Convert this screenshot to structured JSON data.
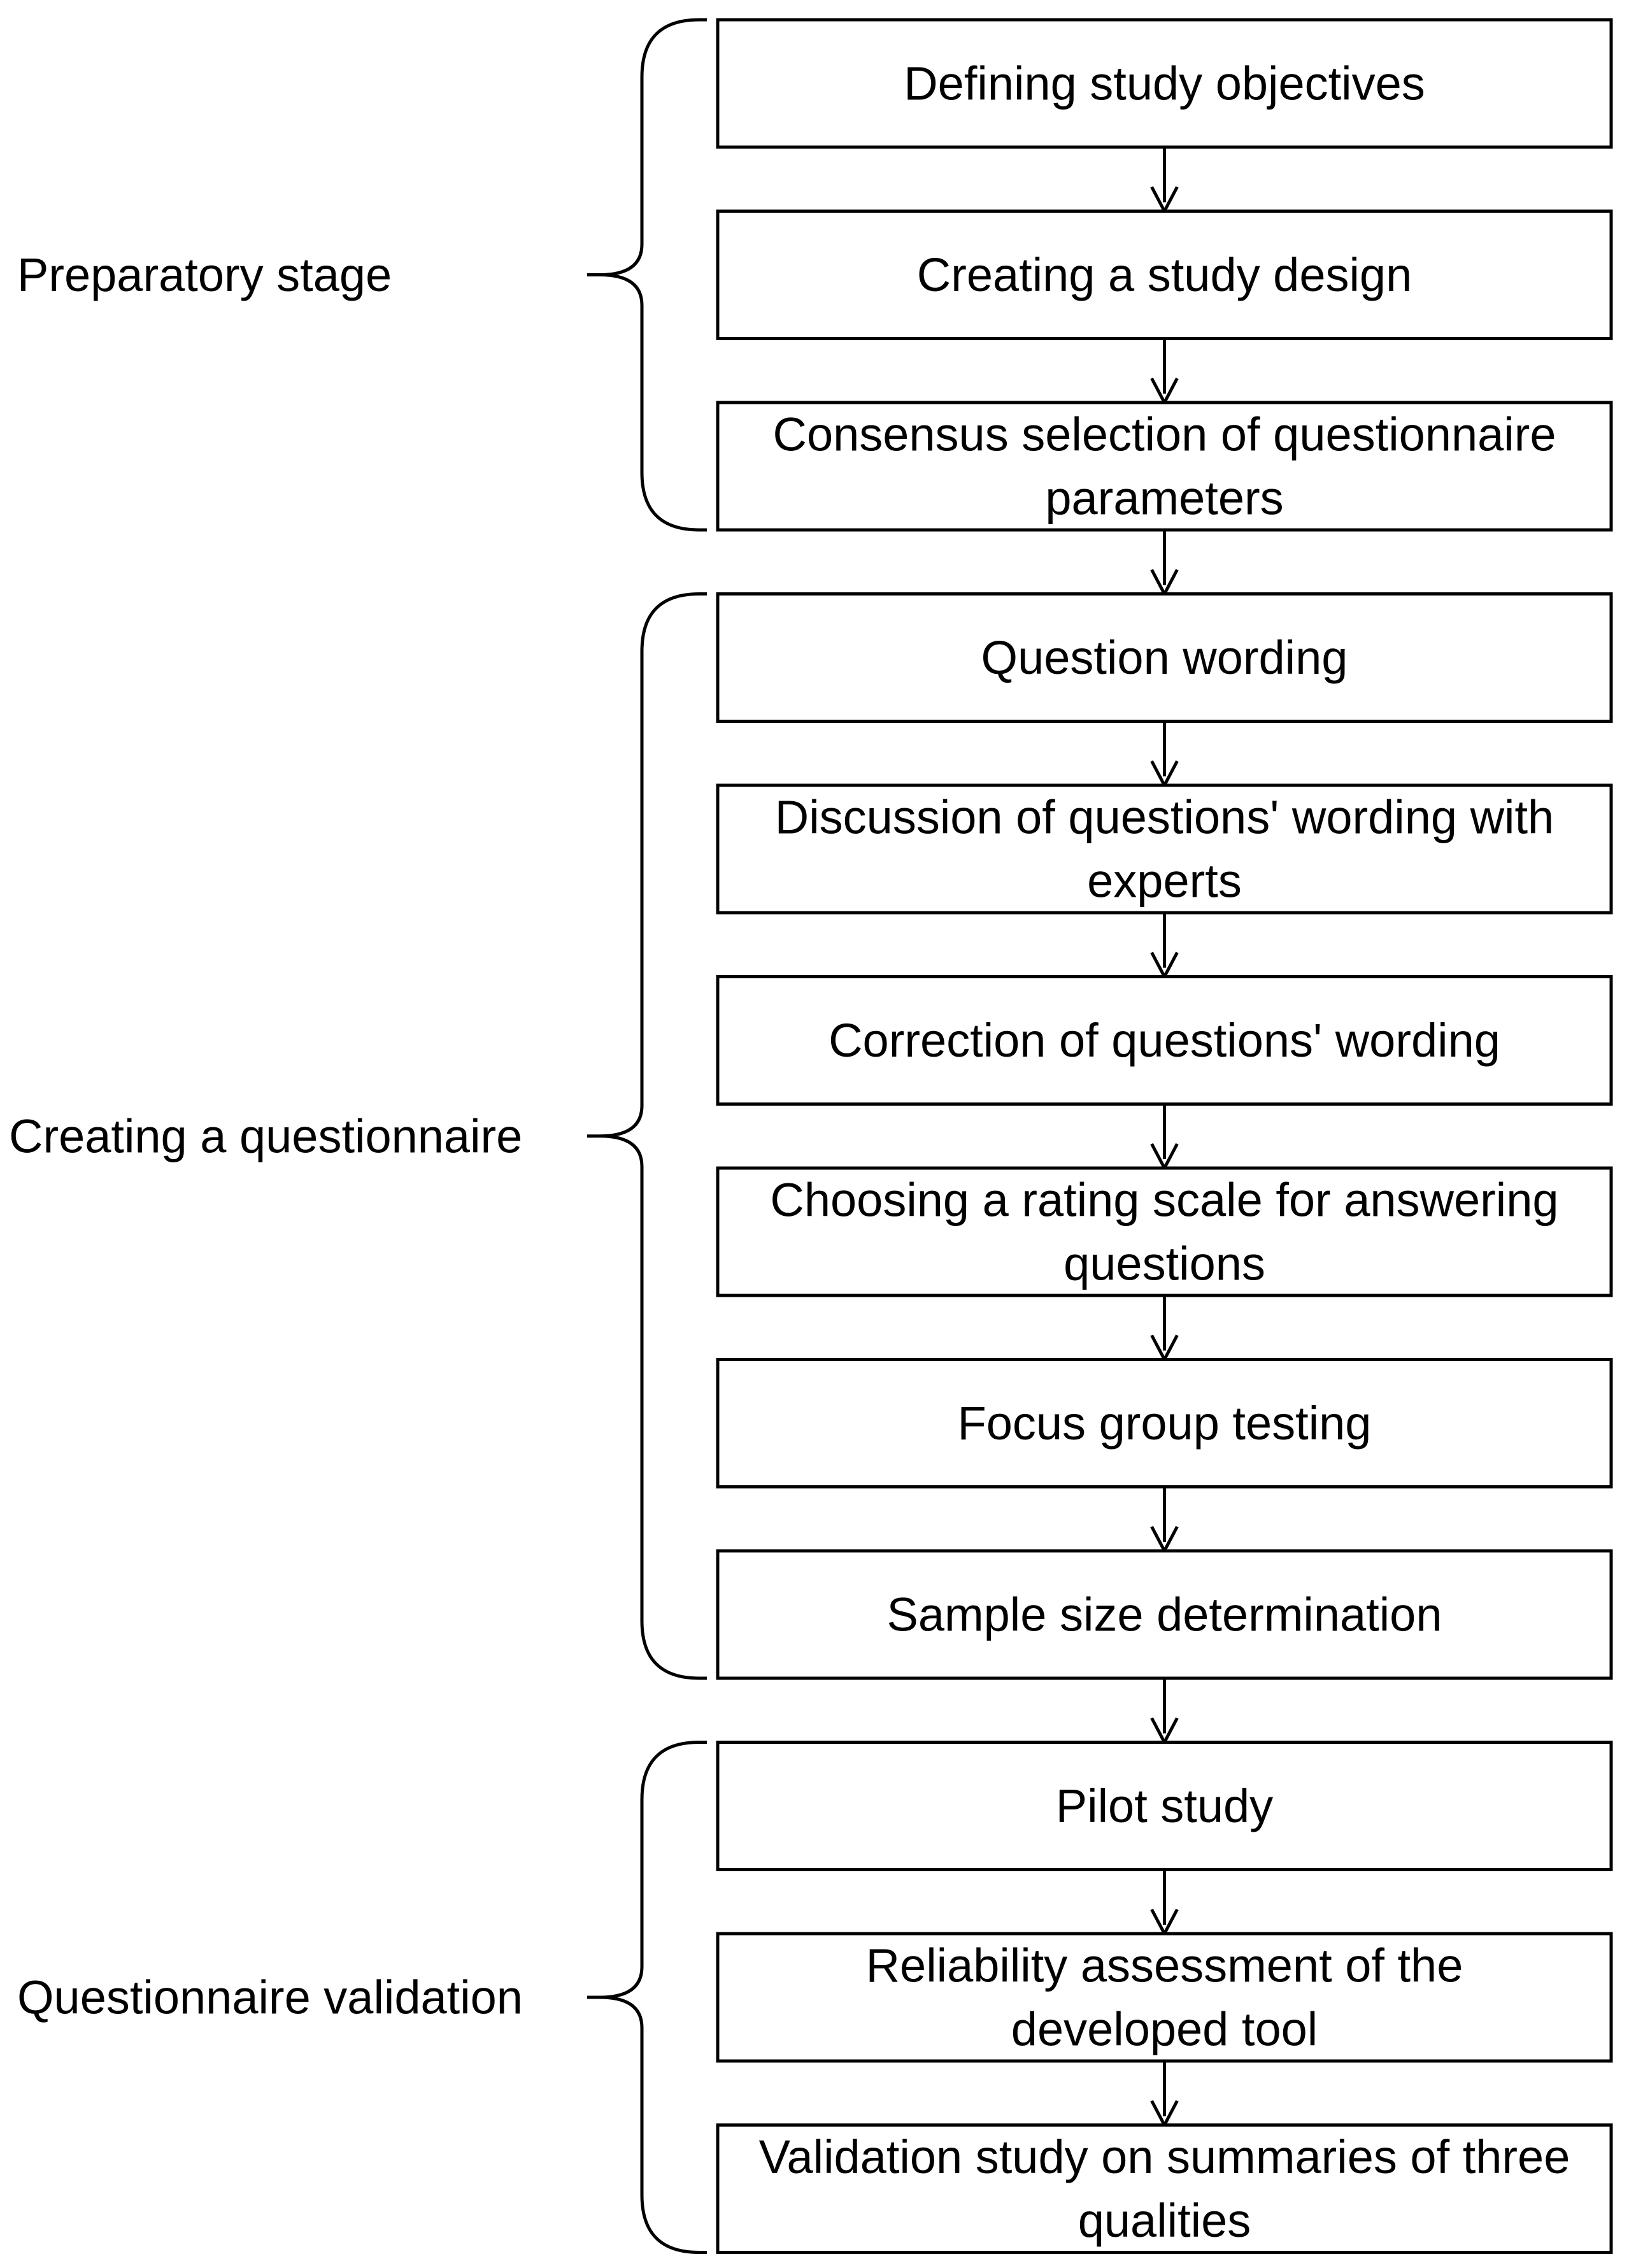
{
  "stages": [
    {
      "label": "Preparatory stage",
      "steps": [
        {
          "lines": [
            "Defining study objectives"
          ]
        },
        {
          "lines": [
            "Creating a study design"
          ]
        },
        {
          "lines": [
            "Consensus selection of questionnaire",
            "parameters"
          ]
        }
      ]
    },
    {
      "label": "Creating a questionnaire",
      "steps": [
        {
          "lines": [
            "Question wording"
          ]
        },
        {
          "lines": [
            "Discussion of questions' wording with",
            "experts"
          ]
        },
        {
          "lines": [
            "Correction of questions' wording"
          ]
        },
        {
          "lines": [
            "Choosing a rating scale for answering",
            "questions"
          ]
        },
        {
          "lines": [
            "Focus group testing"
          ]
        },
        {
          "lines": [
            "Sample size determination"
          ]
        }
      ]
    },
    {
      "label": "Questionnaire validation",
      "steps": [
        {
          "lines": [
            "Pilot study"
          ]
        },
        {
          "lines": [
            "Reliability assessment of the",
            "developed tool"
          ]
        },
        {
          "lines": [
            "Validation study on summaries of three",
            "qualities"
          ]
        }
      ]
    }
  ]
}
